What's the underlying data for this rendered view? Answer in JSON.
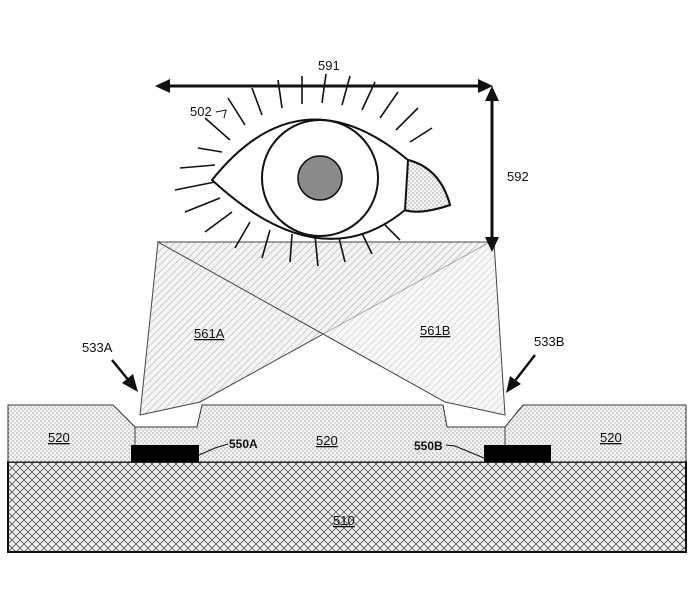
{
  "figure": {
    "dimension_width_label": "591",
    "dimension_height_label": "592",
    "eye_label": "502",
    "beam_a_label": "561A",
    "beam_b_label": "561B",
    "coupler_a_label": "533A",
    "coupler_b_label": "533B",
    "layer_label_left": "520",
    "layer_label_center": "520",
    "layer_label_right": "520",
    "emitter_a_label": "550A",
    "emitter_b_label": "550B",
    "substrate_label": "510"
  },
  "colors": {
    "ink": "#111111",
    "pupil": "#8a8a8a",
    "electrode": "#000000"
  }
}
